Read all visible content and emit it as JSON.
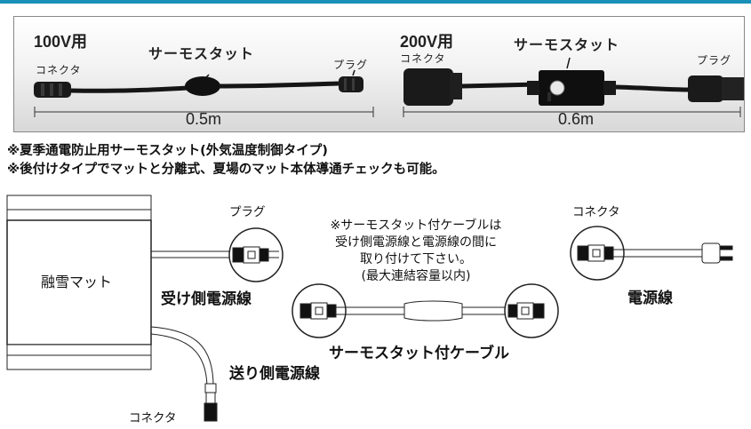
{
  "photo": {
    "left": {
      "voltage": "100V用",
      "thermostat": "サーモスタット",
      "connector": "コネクタ",
      "plug": "プラグ",
      "length": "0.5m"
    },
    "right": {
      "voltage": "200V用",
      "thermostat": "サーモスタット",
      "connector": "コネクタ",
      "plug": "プラグ",
      "length": "0.6m"
    }
  },
  "notes": [
    "※夏季通電防止用サーモスタット(外気温度制御タイプ)",
    "※後付けタイプでマットと分離式、夏場のマット本体導通チェックも可能。"
  ],
  "diagram": {
    "mat": "融雪マット",
    "plug_top": "プラグ",
    "receive_cable": "受け側電源線",
    "send_cable": "送り側電源線",
    "connector_bottom": "コネクタ",
    "thermostat_cable": "サーモスタット付ケーブル",
    "connector_right": "コネクタ",
    "power_cable": "電源線",
    "instruction": [
      "※サーモスタット付ケーブルは",
      "受け側電源線と電源線の間に",
      "取り付けて下さい。",
      "(最大連結容量以内)"
    ]
  }
}
